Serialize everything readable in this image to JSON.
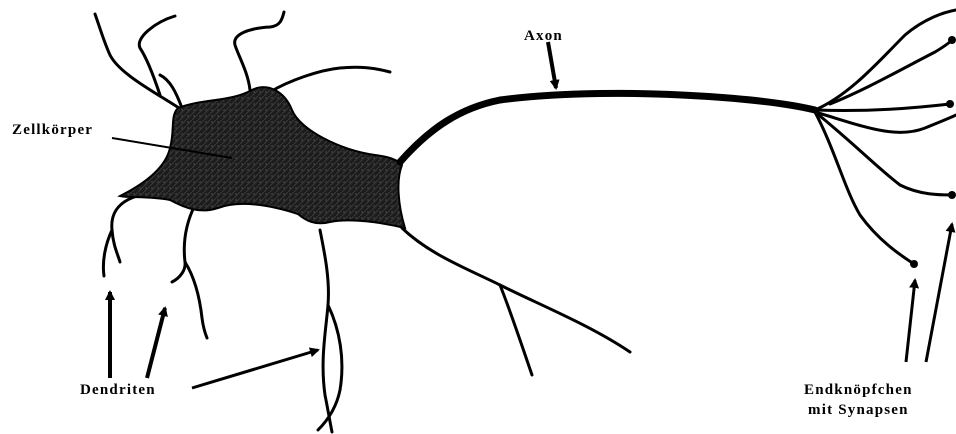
{
  "labels": {
    "axon": "Axon",
    "cell_body": "Zellkörper",
    "dendrites": "Dendriten",
    "terminals_line1": "Endknöpfchen",
    "terminals_line2": "mit Synapsen"
  },
  "colors": {
    "ink": "#000000",
    "soma_fill": "#222222",
    "background": "#ffffff"
  }
}
